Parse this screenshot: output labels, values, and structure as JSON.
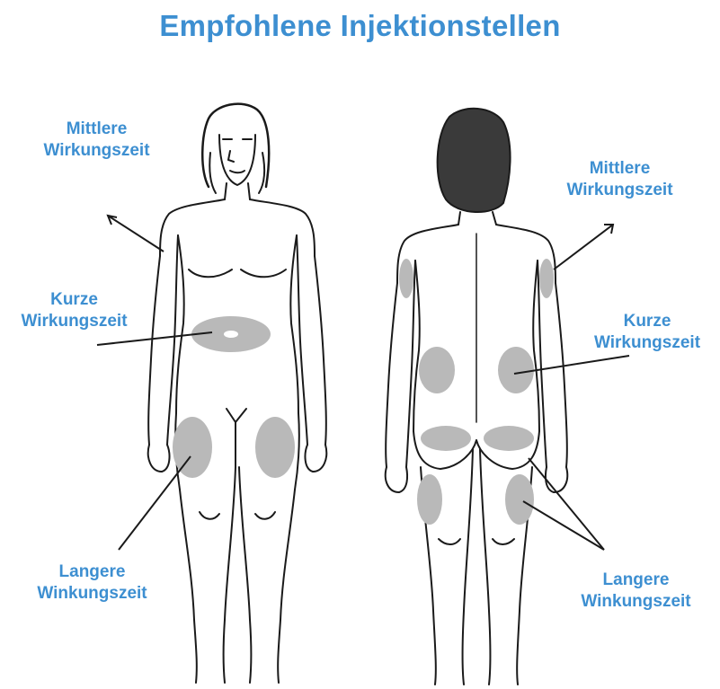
{
  "title": "Empfohlene Injektionstellen",
  "colors": {
    "title": "#3d8fd1",
    "label": "#3d8fd1",
    "zone": "#b9b9b9",
    "outline": "#1a1a1a"
  },
  "front": {
    "upper_label": [
      "Mittlere",
      "Wirkungszeit"
    ],
    "middle_label": [
      "Kurze",
      "Wirkungszeit"
    ],
    "lower_label": [
      "Langere",
      "Winkungszeit"
    ]
  },
  "back": {
    "upper_label": [
      "Mittlere",
      "Wirkungszeit"
    ],
    "middle_label": [
      "Kurze",
      "Wirkungszeit"
    ],
    "lower_label": [
      "Langere",
      "Winkungszeit"
    ]
  }
}
